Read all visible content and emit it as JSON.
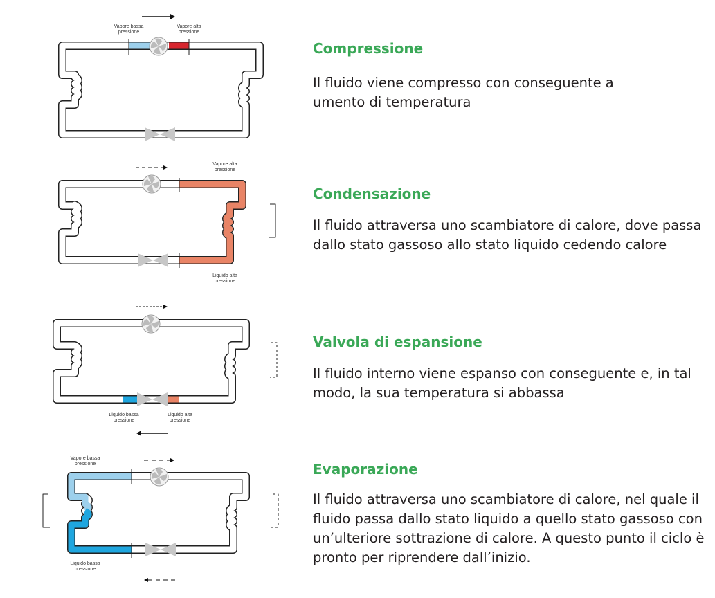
{
  "colors": {
    "title_green": "#3aa857",
    "hot_red": "#d7262e",
    "cold_light_blue": "#9dd0ec",
    "salmon": "#e98466",
    "blue": "#1fa6df",
    "valve_grey": "#c7c7c7"
  },
  "steps": [
    {
      "title": "Compressione",
      "description_lines": [
        "Il fluido viene compresso con conseguente a",
        "umento di temperatura"
      ],
      "diagram_labels": {
        "left_top": [
          "Vapore bassa",
          "pressione"
        ],
        "right_top": [
          "Vapore alta",
          "pressione"
        ]
      }
    },
    {
      "title": "Condensazione",
      "description_lines": [
        "Il fluido attraversa uno scambiatore di calore, dove passa",
        "dallo stato gassoso allo stato liquido cedendo calore"
      ],
      "diagram_labels": {
        "right_top": [
          "Vapore alta",
          "pressione"
        ],
        "right_bottom": [
          "Liquido alta",
          "pressione"
        ]
      }
    },
    {
      "title": "Valvola di espansione",
      "description_lines": [
        "Il fluido interno viene espanso con conseguente e, in tal",
        "modo, la sua temperatura si abbassa"
      ],
      "diagram_labels": {
        "left_bottom": [
          "Liquido bassa",
          "pressione"
        ],
        "right_bottom": [
          "Liquido alta",
          "pressione"
        ]
      }
    },
    {
      "title": "Evaporazione",
      "description_lines": [
        "Il fluido attraversa uno scambiatore di calore, nel quale il",
        "fluido passa dallo stato liquido a quello stato gassoso con",
        "un’ulteriore sottrazione di calore.  A questo punto il ciclo è",
        "pronto per riprendere dall’inizio."
      ],
      "diagram_labels": {
        "left_top": [
          "Vapore bassa",
          "pressione"
        ],
        "left_bottom": [
          "Liquido bassa",
          "pressione"
        ]
      }
    }
  ]
}
